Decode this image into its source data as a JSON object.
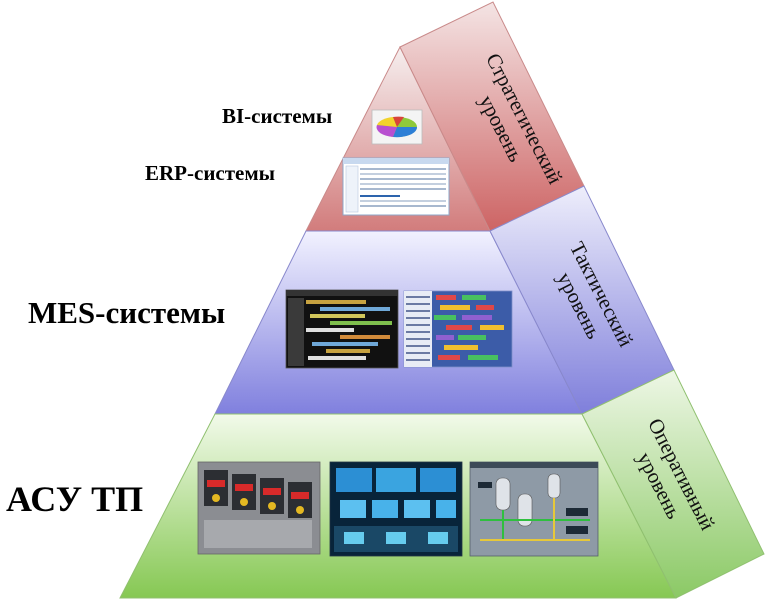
{
  "levels": {
    "strategic": {
      "side_line1": "Стратегический",
      "side_line2": "уровень",
      "label_bi": "BI-системы",
      "label_erp": "ERP-системы"
    },
    "tactical": {
      "side_line1": "Тактический",
      "side_line2": "уровень",
      "label_mes": "MES-системы"
    },
    "operational": {
      "side_line1": "Оперативный",
      "side_line2": "уровень",
      "label_asu": "АСУ ТП"
    }
  },
  "colors": {
    "strategic_front": "#d98e8e",
    "strategic_side": "#d66e6e",
    "tactical_front": "#9f9fe3",
    "tactical_side": "#8f8fe0",
    "operational_front": "#a6d67e",
    "operational_side": "#a1d489"
  },
  "icons": {
    "bi": "pie-chart-screenshot-icon",
    "erp": "erp-window-screenshot-icon",
    "mes1": "gantt-screenshot-icon",
    "mes2": "schedule-grid-screenshot-icon",
    "asu1": "control-panel-photo-icon",
    "asu2": "control-room-photo-icon",
    "asu3": "scada-mimic-screenshot-icon"
  }
}
